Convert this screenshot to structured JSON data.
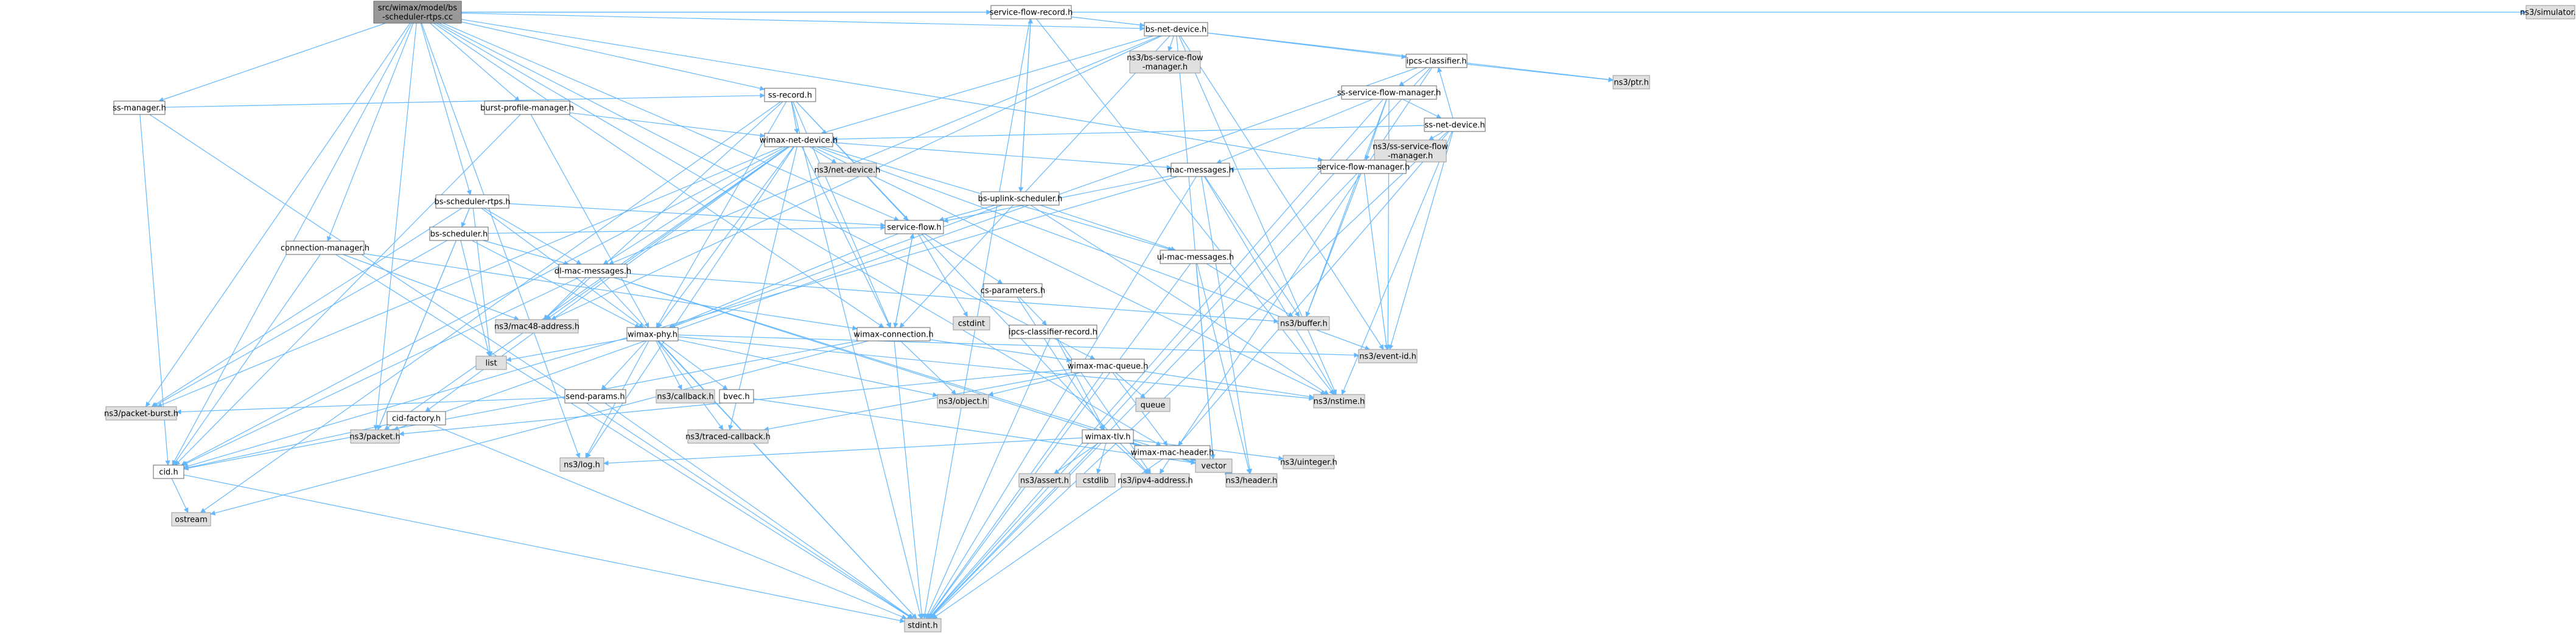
{
  "graph": {
    "nodes": [
      {
        "id": "root",
        "lines": [
          "src/wimax/model/bs",
          "-scheduler-rtps.cc"
        ],
        "kind": "root"
      },
      {
        "id": "service-flow-record",
        "lines": [
          "service-flow-record.h"
        ],
        "kind": "local"
      },
      {
        "id": "simulator",
        "lines": [
          "ns3/simulator.h"
        ],
        "kind": "ext"
      },
      {
        "id": "bs-net-device",
        "lines": [
          "bs-net-device.h"
        ],
        "kind": "local"
      },
      {
        "id": "ss-manager",
        "lines": [
          "ss-manager.h"
        ],
        "kind": "local"
      },
      {
        "id": "burst-profile-manager",
        "lines": [
          "burst-profile-manager.h"
        ],
        "kind": "local"
      },
      {
        "id": "ss-record",
        "lines": [
          "ss-record.h"
        ],
        "kind": "local"
      },
      {
        "id": "ipcs-classifier",
        "lines": [
          "ipcs-classifier.h"
        ],
        "kind": "local"
      },
      {
        "id": "bs-service-flow-manager",
        "lines": [
          "ns3/bs-service-flow",
          "-manager.h"
        ],
        "kind": "ext"
      },
      {
        "id": "ptr",
        "lines": [
          "ns3/ptr.h"
        ],
        "kind": "ext"
      },
      {
        "id": "ss-service-flow-manager",
        "lines": [
          "ss-service-flow-manager.h"
        ],
        "kind": "local"
      },
      {
        "id": "ss-net-device",
        "lines": [
          "ss-net-device.h"
        ],
        "kind": "local"
      },
      {
        "id": "ss-service-flow-manager-ext",
        "lines": [
          "ns3/ss-service-flow",
          "-manager.h"
        ],
        "kind": "ext"
      },
      {
        "id": "service-flow-manager",
        "lines": [
          "service-flow-manager.h"
        ],
        "kind": "local"
      },
      {
        "id": "bs-uplink-scheduler",
        "lines": [
          "bs-uplink-scheduler.h"
        ],
        "kind": "local"
      },
      {
        "id": "bs-scheduler-rtps",
        "lines": [
          "bs-scheduler-rtps.h"
        ],
        "kind": "local"
      },
      {
        "id": "wimax-net-device",
        "lines": [
          "wimax-net-device.h"
        ],
        "kind": "local"
      },
      {
        "id": "mac-messages",
        "lines": [
          "mac-messages.h"
        ],
        "kind": "local"
      },
      {
        "id": "bs-scheduler",
        "lines": [
          "bs-scheduler.h"
        ],
        "kind": "local"
      },
      {
        "id": "net-device",
        "lines": [
          "ns3/net-device.h"
        ],
        "kind": "ext"
      },
      {
        "id": "connection-manager",
        "lines": [
          "connection-manager.h"
        ],
        "kind": "local"
      },
      {
        "id": "dl-mac-messages",
        "lines": [
          "dl-mac-messages.h"
        ],
        "kind": "local"
      },
      {
        "id": "ul-mac-messages",
        "lines": [
          "ul-mac-messages.h"
        ],
        "kind": "local"
      },
      {
        "id": "service-flow",
        "lines": [
          "service-flow.h"
        ],
        "kind": "local"
      },
      {
        "id": "mac48-address",
        "lines": [
          "ns3/mac48-address.h"
        ],
        "kind": "ext"
      },
      {
        "id": "wimax-phy",
        "lines": [
          "wimax-phy.h"
        ],
        "kind": "local"
      },
      {
        "id": "wimax-connection",
        "lines": [
          "wimax-connection.h"
        ],
        "kind": "local"
      },
      {
        "id": "cstdint",
        "lines": [
          "cstdint"
        ],
        "kind": "ext"
      },
      {
        "id": "buffer",
        "lines": [
          "ns3/buffer.h"
        ],
        "kind": "ext"
      },
      {
        "id": "cs-parameters",
        "lines": [
          "cs-parameters.h"
        ],
        "kind": "local"
      },
      {
        "id": "ipcs-classifier-record",
        "lines": [
          "ipcs-classifier-record.h"
        ],
        "kind": "local"
      },
      {
        "id": "wimax-mac-queue",
        "lines": [
          "wimax-mac-queue.h"
        ],
        "kind": "local"
      },
      {
        "id": "event-id",
        "lines": [
          "ns3/event-id.h"
        ],
        "kind": "ext"
      },
      {
        "id": "nstime",
        "lines": [
          "ns3/nstime.h"
        ],
        "kind": "ext"
      },
      {
        "id": "list",
        "lines": [
          "list"
        ],
        "kind": "ext"
      },
      {
        "id": "send-params",
        "lines": [
          "send-params.h"
        ],
        "kind": "local"
      },
      {
        "id": "callback",
        "lines": [
          "ns3/callback.h"
        ],
        "kind": "ext"
      },
      {
        "id": "bvec",
        "lines": [
          "bvec.h"
        ],
        "kind": "local"
      },
      {
        "id": "cid-factory",
        "lines": [
          "cid-factory.h"
        ],
        "kind": "local"
      },
      {
        "id": "packet-burst",
        "lines": [
          "ns3/packet-burst.h"
        ],
        "kind": "ext"
      },
      {
        "id": "packet",
        "lines": [
          "ns3/packet.h"
        ],
        "kind": "ext"
      },
      {
        "id": "traced-callback",
        "lines": [
          "ns3/traced-callback.h"
        ],
        "kind": "ext"
      },
      {
        "id": "object",
        "lines": [
          "ns3/object.h"
        ],
        "kind": "ext"
      },
      {
        "id": "queue",
        "lines": [
          "queue"
        ],
        "kind": "ext"
      },
      {
        "id": "wimax-tlv",
        "lines": [
          "wimax-tlv.h"
        ],
        "kind": "local"
      },
      {
        "id": "wimax-mac-header",
        "lines": [
          "wimax-mac-header.h"
        ],
        "kind": "local"
      },
      {
        "id": "cid",
        "lines": [
          "cid.h"
        ],
        "kind": "local"
      },
      {
        "id": "log",
        "lines": [
          "ns3/log.h"
        ],
        "kind": "ext"
      },
      {
        "id": "assert",
        "lines": [
          "ns3/assert.h"
        ],
        "kind": "ext"
      },
      {
        "id": "cstdlib",
        "lines": [
          "cstdlib"
        ],
        "kind": "ext"
      },
      {
        "id": "ipv4-address",
        "lines": [
          "ns3/ipv4-address.h"
        ],
        "kind": "ext"
      },
      {
        "id": "vector",
        "lines": [
          "vector"
        ],
        "kind": "ext"
      },
      {
        "id": "header",
        "lines": [
          "ns3/header.h"
        ],
        "kind": "ext"
      },
      {
        "id": "uinteger",
        "lines": [
          "ns3/uinteger.h"
        ],
        "kind": "ext"
      },
      {
        "id": "ostream",
        "lines": [
          "ostream"
        ],
        "kind": "ext"
      },
      {
        "id": "stdint",
        "lines": [
          "stdint.h"
        ],
        "kind": "ext"
      }
    ],
    "edges": [
      [
        "root",
        "service-flow-record"
      ],
      [
        "root",
        "simulator"
      ],
      [
        "root",
        "bs-net-device"
      ],
      [
        "root",
        "ss-manager"
      ],
      [
        "root",
        "burst-profile-manager"
      ],
      [
        "root",
        "ss-record"
      ],
      [
        "root",
        "bs-scheduler-rtps"
      ],
      [
        "root",
        "connection-manager"
      ],
      [
        "root",
        "service-flow-manager"
      ],
      [
        "root",
        "wimax-mac-queue"
      ],
      [
        "root",
        "service-flow"
      ],
      [
        "root",
        "wimax-connection"
      ],
      [
        "root",
        "wimax-mac-header"
      ],
      [
        "root",
        "cid"
      ],
      [
        "root",
        "packet-burst"
      ],
      [
        "root",
        "packet"
      ],
      [
        "root",
        "log"
      ],
      [
        "service-flow-record",
        "bs-net-device"
      ],
      [
        "service-flow-record",
        "bs-uplink-scheduler"
      ],
      [
        "service-flow-record",
        "nstime"
      ],
      [
        "service-flow-record",
        "stdint"
      ],
      [
        "bs-net-device",
        "ipcs-classifier"
      ],
      [
        "bs-net-device",
        "bs-service-flow-manager"
      ],
      [
        "bs-net-device",
        "ptr"
      ],
      [
        "bs-net-device",
        "wimax-net-device"
      ],
      [
        "bs-net-device",
        "dl-mac-messages"
      ],
      [
        "bs-net-device",
        "wimax-connection"
      ],
      [
        "bs-net-device",
        "mac48-address"
      ],
      [
        "bs-net-device",
        "nstime"
      ],
      [
        "bs-net-device",
        "event-id"
      ],
      [
        "bs-net-device",
        "vector"
      ],
      [
        "ss-manager",
        "ss-record"
      ],
      [
        "ss-manager",
        "cid"
      ],
      [
        "ss-manager",
        "stdint"
      ],
      [
        "burst-profile-manager",
        "wimax-net-device"
      ],
      [
        "burst-profile-manager",
        "wimax-phy"
      ],
      [
        "burst-profile-manager",
        "cid"
      ],
      [
        "ss-record",
        "wimax-net-device"
      ],
      [
        "ss-record",
        "service-flow"
      ],
      [
        "ss-record",
        "wimax-connection"
      ],
      [
        "ss-record",
        "wimax-phy"
      ],
      [
        "ss-record",
        "mac48-address"
      ],
      [
        "ss-record",
        "ipv4-address"
      ],
      [
        "ss-record",
        "ostream"
      ],
      [
        "ss-record",
        "stdint"
      ],
      [
        "ipcs-classifier",
        "ss-service-flow-manager"
      ],
      [
        "ipcs-classifier",
        "ptr"
      ],
      [
        "ipcs-classifier",
        "packet"
      ],
      [
        "ipcs-classifier",
        "stdint"
      ],
      [
        "ipcs-classifier",
        "ipv4-address"
      ],
      [
        "ss-service-flow-manager",
        "ss-net-device"
      ],
      [
        "ss-service-flow-manager",
        "service-flow-manager"
      ],
      [
        "ss-service-flow-manager",
        "mac-messages"
      ],
      [
        "ss-service-flow-manager",
        "buffer"
      ],
      [
        "ss-service-flow-manager",
        "event-id"
      ],
      [
        "ss-service-flow-manager",
        "stdint"
      ],
      [
        "ss-net-device",
        "ipcs-classifier"
      ],
      [
        "ss-net-device",
        "ss-service-flow-manager-ext"
      ],
      [
        "ss-net-device",
        "wimax-net-device"
      ],
      [
        "ss-net-device",
        "wimax-mac-header"
      ],
      [
        "ss-net-device",
        "event-id"
      ],
      [
        "ss-net-device",
        "nstime"
      ],
      [
        "ss-net-device",
        "stdint"
      ],
      [
        "service-flow-manager",
        "mac-messages"
      ],
      [
        "service-flow-manager",
        "buffer"
      ],
      [
        "service-flow-manager",
        "event-id"
      ],
      [
        "service-flow-manager",
        "stdint"
      ],
      [
        "bs-uplink-scheduler",
        "ul-mac-messages"
      ],
      [
        "bs-uplink-scheduler",
        "service-flow"
      ],
      [
        "bs-uplink-scheduler",
        "wimax-phy"
      ],
      [
        "bs-uplink-scheduler",
        "service-flow-record"
      ],
      [
        "bs-uplink-scheduler",
        "nstime"
      ],
      [
        "bs-scheduler-rtps",
        "bs-scheduler"
      ],
      [
        "bs-scheduler-rtps",
        "dl-mac-messages"
      ],
      [
        "bs-scheduler-rtps",
        "wimax-phy"
      ],
      [
        "bs-scheduler-rtps",
        "service-flow"
      ],
      [
        "bs-scheduler-rtps",
        "packet"
      ],
      [
        "bs-scheduler-rtps",
        "packet-burst"
      ],
      [
        "bs-scheduler-rtps",
        "list"
      ],
      [
        "wimax-net-device",
        "mac-messages"
      ],
      [
        "wimax-net-device",
        "net-device"
      ],
      [
        "wimax-net-device",
        "dl-mac-messages"
      ],
      [
        "wimax-net-device",
        "ul-mac-messages"
      ],
      [
        "wimax-net-device",
        "wimax-phy"
      ],
      [
        "wimax-net-device",
        "wimax-connection"
      ],
      [
        "wimax-net-device",
        "mac48-address"
      ],
      [
        "wimax-net-device",
        "packet-burst"
      ],
      [
        "wimax-net-device",
        "traced-callback"
      ],
      [
        "wimax-net-device",
        "event-id"
      ],
      [
        "wimax-net-device",
        "nstime"
      ],
      [
        "wimax-net-device",
        "cid-factory"
      ],
      [
        "wimax-net-device",
        "log"
      ],
      [
        "wimax-net-device",
        "cid"
      ],
      [
        "wimax-net-device",
        "packet"
      ],
      [
        "mac-messages",
        "service-flow"
      ],
      [
        "mac-messages",
        "buffer"
      ],
      [
        "mac-messages",
        "header"
      ],
      [
        "mac-messages",
        "nstime"
      ],
      [
        "mac-messages",
        "cid"
      ],
      [
        "mac-messages",
        "stdint"
      ],
      [
        "bs-scheduler",
        "service-flow"
      ],
      [
        "bs-scheduler",
        "dl-mac-messages"
      ],
      [
        "bs-scheduler",
        "wimax-phy"
      ],
      [
        "bs-scheduler",
        "packet"
      ],
      [
        "bs-scheduler",
        "packet-burst"
      ],
      [
        "bs-scheduler",
        "list"
      ],
      [
        "connection-manager",
        "wimax-connection"
      ],
      [
        "connection-manager",
        "mac48-address"
      ],
      [
        "connection-manager",
        "cid"
      ],
      [
        "connection-manager",
        "stdint"
      ],
      [
        "dl-mac-messages",
        "buffer"
      ],
      [
        "dl-mac-messages",
        "mac48-address"
      ],
      [
        "dl-mac-messages",
        "header"
      ],
      [
        "dl-mac-messages",
        "stdint"
      ],
      [
        "dl-mac-messages",
        "vector"
      ],
      [
        "dl-mac-messages",
        "cid"
      ],
      [
        "ul-mac-messages",
        "buffer"
      ],
      [
        "ul-mac-messages",
        "header"
      ],
      [
        "ul-mac-messages",
        "stdint"
      ],
      [
        "ul-mac-messages",
        "vector"
      ],
      [
        "service-flow",
        "cs-parameters"
      ],
      [
        "service-flow",
        "wimax-connection"
      ],
      [
        "service-flow",
        "wimax-phy"
      ],
      [
        "service-flow",
        "cstdint"
      ],
      [
        "wimax-phy",
        "send-params"
      ],
      [
        "wimax-phy",
        "bvec"
      ],
      [
        "wimax-phy",
        "callback"
      ],
      [
        "wimax-phy",
        "traced-callback"
      ],
      [
        "wimax-phy",
        "event-id"
      ],
      [
        "wimax-phy",
        "nstime"
      ],
      [
        "wimax-phy",
        "object"
      ],
      [
        "wimax-phy",
        "log"
      ],
      [
        "wimax-phy",
        "list"
      ],
      [
        "wimax-phy",
        "stdint"
      ],
      [
        "wimax-connection",
        "wimax-mac-queue"
      ],
      [
        "wimax-connection",
        "service-flow"
      ],
      [
        "wimax-connection",
        "cid"
      ],
      [
        "wimax-connection",
        "object"
      ],
      [
        "wimax-connection",
        "ostream"
      ],
      [
        "wimax-connection",
        "stdint"
      ],
      [
        "cs-parameters",
        "ipcs-classifier-record"
      ],
      [
        "cs-parameters",
        "wimax-tlv"
      ],
      [
        "ipcs-classifier-record",
        "wimax-tlv"
      ],
      [
        "ipcs-classifier-record",
        "ipv4-address"
      ],
      [
        "ipcs-classifier-record",
        "stdint"
      ],
      [
        "wimax-mac-queue",
        "wimax-mac-header"
      ],
      [
        "wimax-mac-queue",
        "packet"
      ],
      [
        "wimax-mac-queue",
        "object"
      ],
      [
        "wimax-mac-queue",
        "traced-callback"
      ],
      [
        "wimax-mac-queue",
        "nstime"
      ],
      [
        "wimax-mac-queue",
        "queue"
      ],
      [
        "wimax-mac-queue",
        "stdint"
      ],
      [
        "send-params",
        "stdint"
      ],
      [
        "send-params",
        "packet-burst"
      ],
      [
        "bvec",
        "vector"
      ],
      [
        "cid-factory",
        "cid"
      ],
      [
        "cid-factory",
        "stdint"
      ],
      [
        "wimax-tlv",
        "assert"
      ],
      [
        "wimax-tlv",
        "cstdlib"
      ],
      [
        "wimax-tlv",
        "ipv4-address"
      ],
      [
        "wimax-tlv",
        "vector"
      ],
      [
        "wimax-tlv",
        "header"
      ],
      [
        "wimax-tlv",
        "uinteger"
      ],
      [
        "wimax-tlv",
        "log"
      ],
      [
        "wimax-tlv",
        "stdint"
      ],
      [
        "wimax-mac-header",
        "header"
      ],
      [
        "wimax-mac-header",
        "stdint"
      ],
      [
        "cid",
        "ostream"
      ],
      [
        "cid",
        "stdint"
      ]
    ]
  }
}
